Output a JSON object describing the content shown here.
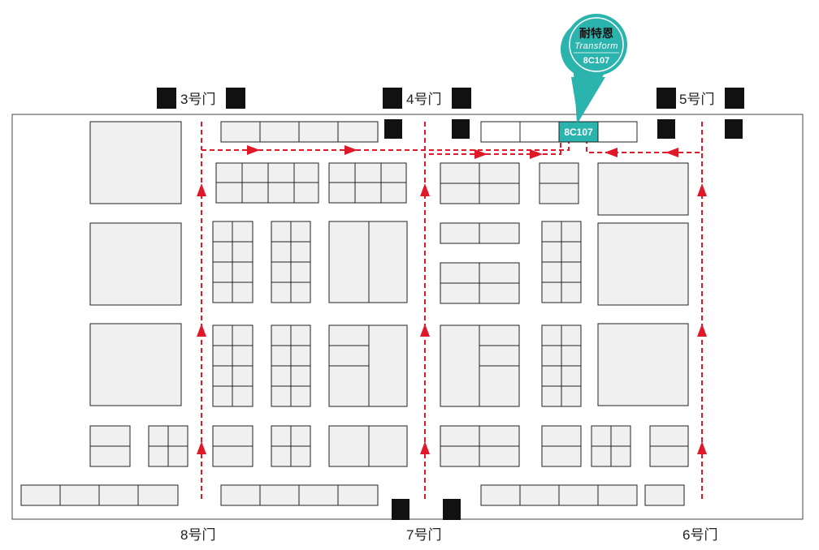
{
  "gates": {
    "gate3": "3号门",
    "gate4": "4号门",
    "gate5": "5号门",
    "gate6": "6号门",
    "gate7": "7号门",
    "gate8": "8号门"
  },
  "highlight_booth": {
    "code": "8C107",
    "color": "#2bb3ad"
  },
  "pin": {
    "company_cn": "耐特恩",
    "brand": "Transform",
    "booth_code": "8C107",
    "color": "#2bb3ad"
  },
  "colors": {
    "route": "#e0192a",
    "booth_fill": "#f0f0f0",
    "pillar": "#111111"
  },
  "icons": {
    "route": "dashed-arrow-path",
    "pin": "location-pin-icon"
  }
}
